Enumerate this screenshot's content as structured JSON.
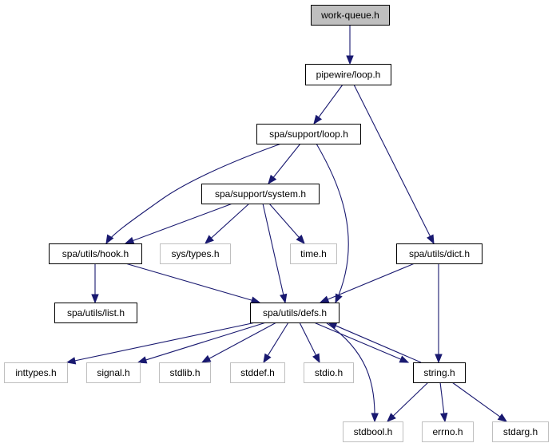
{
  "diagram": {
    "title": "work-queue.h include dependency graph",
    "colors": {
      "edge": "#191970",
      "documented_border": "#000000",
      "undocumented_border": "#bfbfbf",
      "root_fill": "#bfbfbf",
      "node_fill": "#ffffff"
    },
    "nodes": [
      {
        "id": "work-queue",
        "label": "work-queue.h",
        "kind": "root"
      },
      {
        "id": "pipewire-loop",
        "label": "pipewire/loop.h",
        "kind": "documented"
      },
      {
        "id": "spa-support-loop",
        "label": "spa/support/loop.h",
        "kind": "documented"
      },
      {
        "id": "spa-support-system",
        "label": "spa/support/system.h",
        "kind": "documented"
      },
      {
        "id": "spa-utils-hook",
        "label": "spa/utils/hook.h",
        "kind": "documented"
      },
      {
        "id": "sys-types",
        "label": "sys/types.h",
        "kind": "external"
      },
      {
        "id": "time",
        "label": "time.h",
        "kind": "external"
      },
      {
        "id": "spa-utils-dict",
        "label": "spa/utils/dict.h",
        "kind": "documented"
      },
      {
        "id": "spa-utils-list",
        "label": "spa/utils/list.h",
        "kind": "documented"
      },
      {
        "id": "spa-utils-defs",
        "label": "spa/utils/defs.h",
        "kind": "documented"
      },
      {
        "id": "inttypes",
        "label": "inttypes.h",
        "kind": "external"
      },
      {
        "id": "signal",
        "label": "signal.h",
        "kind": "external"
      },
      {
        "id": "stdlib",
        "label": "stdlib.h",
        "kind": "external"
      },
      {
        "id": "stddef",
        "label": "stddef.h",
        "kind": "external"
      },
      {
        "id": "stdio",
        "label": "stdio.h",
        "kind": "external"
      },
      {
        "id": "string",
        "label": "string.h",
        "kind": "documented"
      },
      {
        "id": "stdbool",
        "label": "stdbool.h",
        "kind": "external"
      },
      {
        "id": "errno",
        "label": "errno.h",
        "kind": "external"
      },
      {
        "id": "stdarg",
        "label": "stdarg.h",
        "kind": "external"
      }
    ],
    "edges": [
      {
        "from": "work-queue",
        "to": "pipewire-loop"
      },
      {
        "from": "pipewire-loop",
        "to": "spa-support-loop"
      },
      {
        "from": "pipewire-loop",
        "to": "spa-utils-dict"
      },
      {
        "from": "spa-support-loop",
        "to": "spa-utils-hook"
      },
      {
        "from": "spa-support-loop",
        "to": "spa-support-system"
      },
      {
        "from": "spa-support-loop",
        "to": "spa-utils-defs"
      },
      {
        "from": "spa-support-system",
        "to": "spa-utils-hook"
      },
      {
        "from": "spa-support-system",
        "to": "sys-types"
      },
      {
        "from": "spa-support-system",
        "to": "time"
      },
      {
        "from": "spa-support-system",
        "to": "spa-utils-defs"
      },
      {
        "from": "spa-utils-hook",
        "to": "spa-utils-list"
      },
      {
        "from": "spa-utils-hook",
        "to": "spa-utils-defs"
      },
      {
        "from": "spa-utils-dict",
        "to": "spa-utils-defs"
      },
      {
        "from": "spa-utils-dict",
        "to": "string"
      },
      {
        "from": "spa-utils-defs",
        "to": "inttypes"
      },
      {
        "from": "spa-utils-defs",
        "to": "signal"
      },
      {
        "from": "spa-utils-defs",
        "to": "stdlib"
      },
      {
        "from": "spa-utils-defs",
        "to": "stddef"
      },
      {
        "from": "spa-utils-defs",
        "to": "stdio"
      },
      {
        "from": "spa-utils-defs",
        "to": "string"
      },
      {
        "from": "spa-utils-defs",
        "to": "stdbool"
      },
      {
        "from": "string",
        "to": "spa-utils-defs"
      },
      {
        "from": "string",
        "to": "stdbool"
      },
      {
        "from": "string",
        "to": "errno"
      },
      {
        "from": "string",
        "to": "stdarg"
      }
    ]
  }
}
